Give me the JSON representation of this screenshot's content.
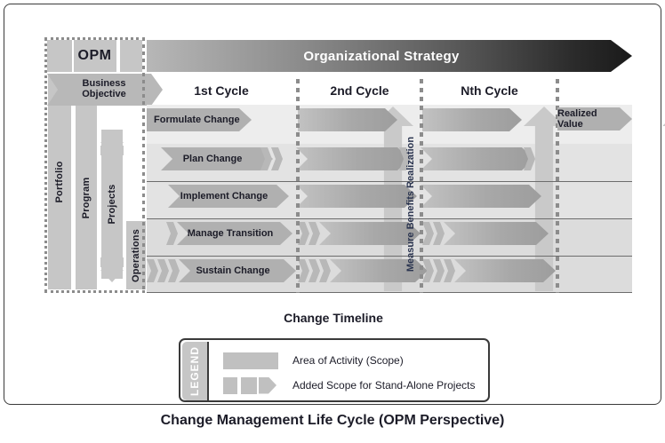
{
  "caption": "Change Management Life Cycle (OPM Perspective)",
  "timeline_label": "Change Timeline",
  "banner": {
    "label": "Organizational Strategy"
  },
  "opm": {
    "title": "OPM",
    "business_objective": "Business\nObjective",
    "business_objective_line1": "Business",
    "business_objective_line2": "Objective",
    "columns": [
      {
        "label": "Portfolio"
      },
      {
        "label": "Program"
      },
      {
        "label": "Projects"
      },
      {
        "label": "Operations"
      }
    ]
  },
  "cycles": [
    {
      "label": "1st Cycle"
    },
    {
      "label": "2nd Cycle"
    },
    {
      "label": "Nth Cycle"
    }
  ],
  "rows": [
    {
      "label": "Formulate Change"
    },
    {
      "label": "Plan Change"
    },
    {
      "label": "Implement Change"
    },
    {
      "label": "Manage Transition"
    },
    {
      "label": "Sustain Change"
    }
  ],
  "measure_benefits": "Measure Benefits Realization",
  "realized_value": "Realized Value",
  "legend": {
    "tab_label": "LEGEND",
    "items": [
      {
        "label": "Area of Activity (Scope)"
      },
      {
        "label": "Added Scope for Stand-Alone Projects"
      }
    ]
  },
  "colors": {
    "arrow": "#b0b0b0",
    "column": "#c6c6c6",
    "band_light": "#ededed",
    "band_dark": "#dcdcdc",
    "dotted": "#8c8c8c",
    "banner_start": "#b7b7b7",
    "banner_end": "#1a1a1a",
    "text": "#1c1c28"
  }
}
